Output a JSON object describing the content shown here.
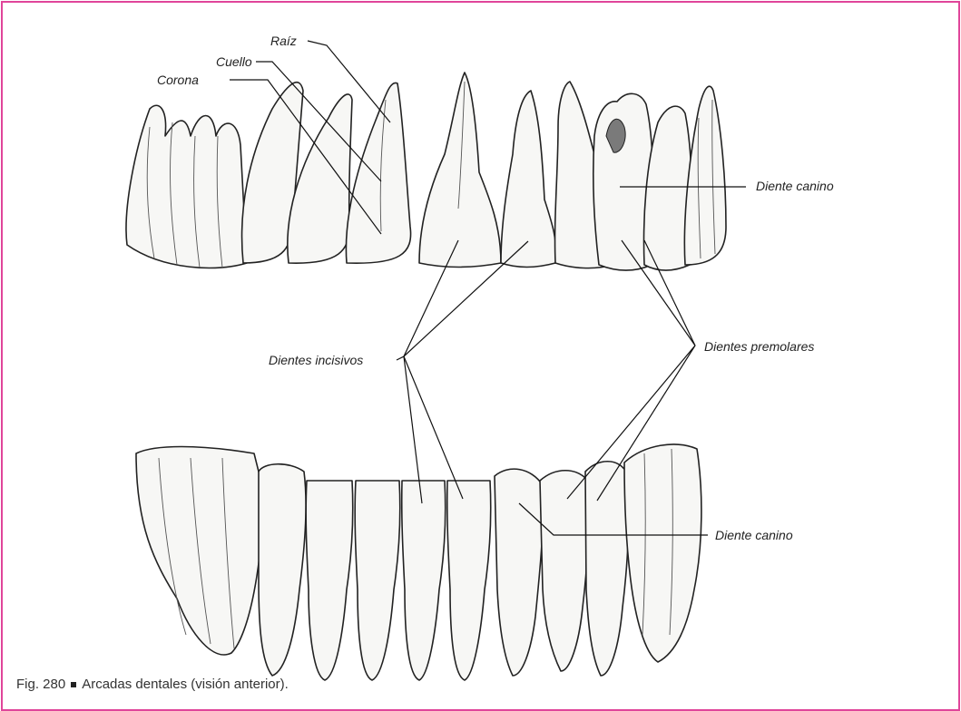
{
  "figure": {
    "caption_fig": "Fig. 280",
    "caption_text": "Arcadas dentales (visión anterior).",
    "border_color": "#e0459a"
  },
  "labels": {
    "raiz": "Raíz",
    "cuello": "Cuello",
    "corona": "Corona",
    "canino_superior": "Diente canino",
    "incisivos": "Dientes incisivos",
    "premolares": "Dientes premolares",
    "canino_inferior": "Diente canino"
  }
}
